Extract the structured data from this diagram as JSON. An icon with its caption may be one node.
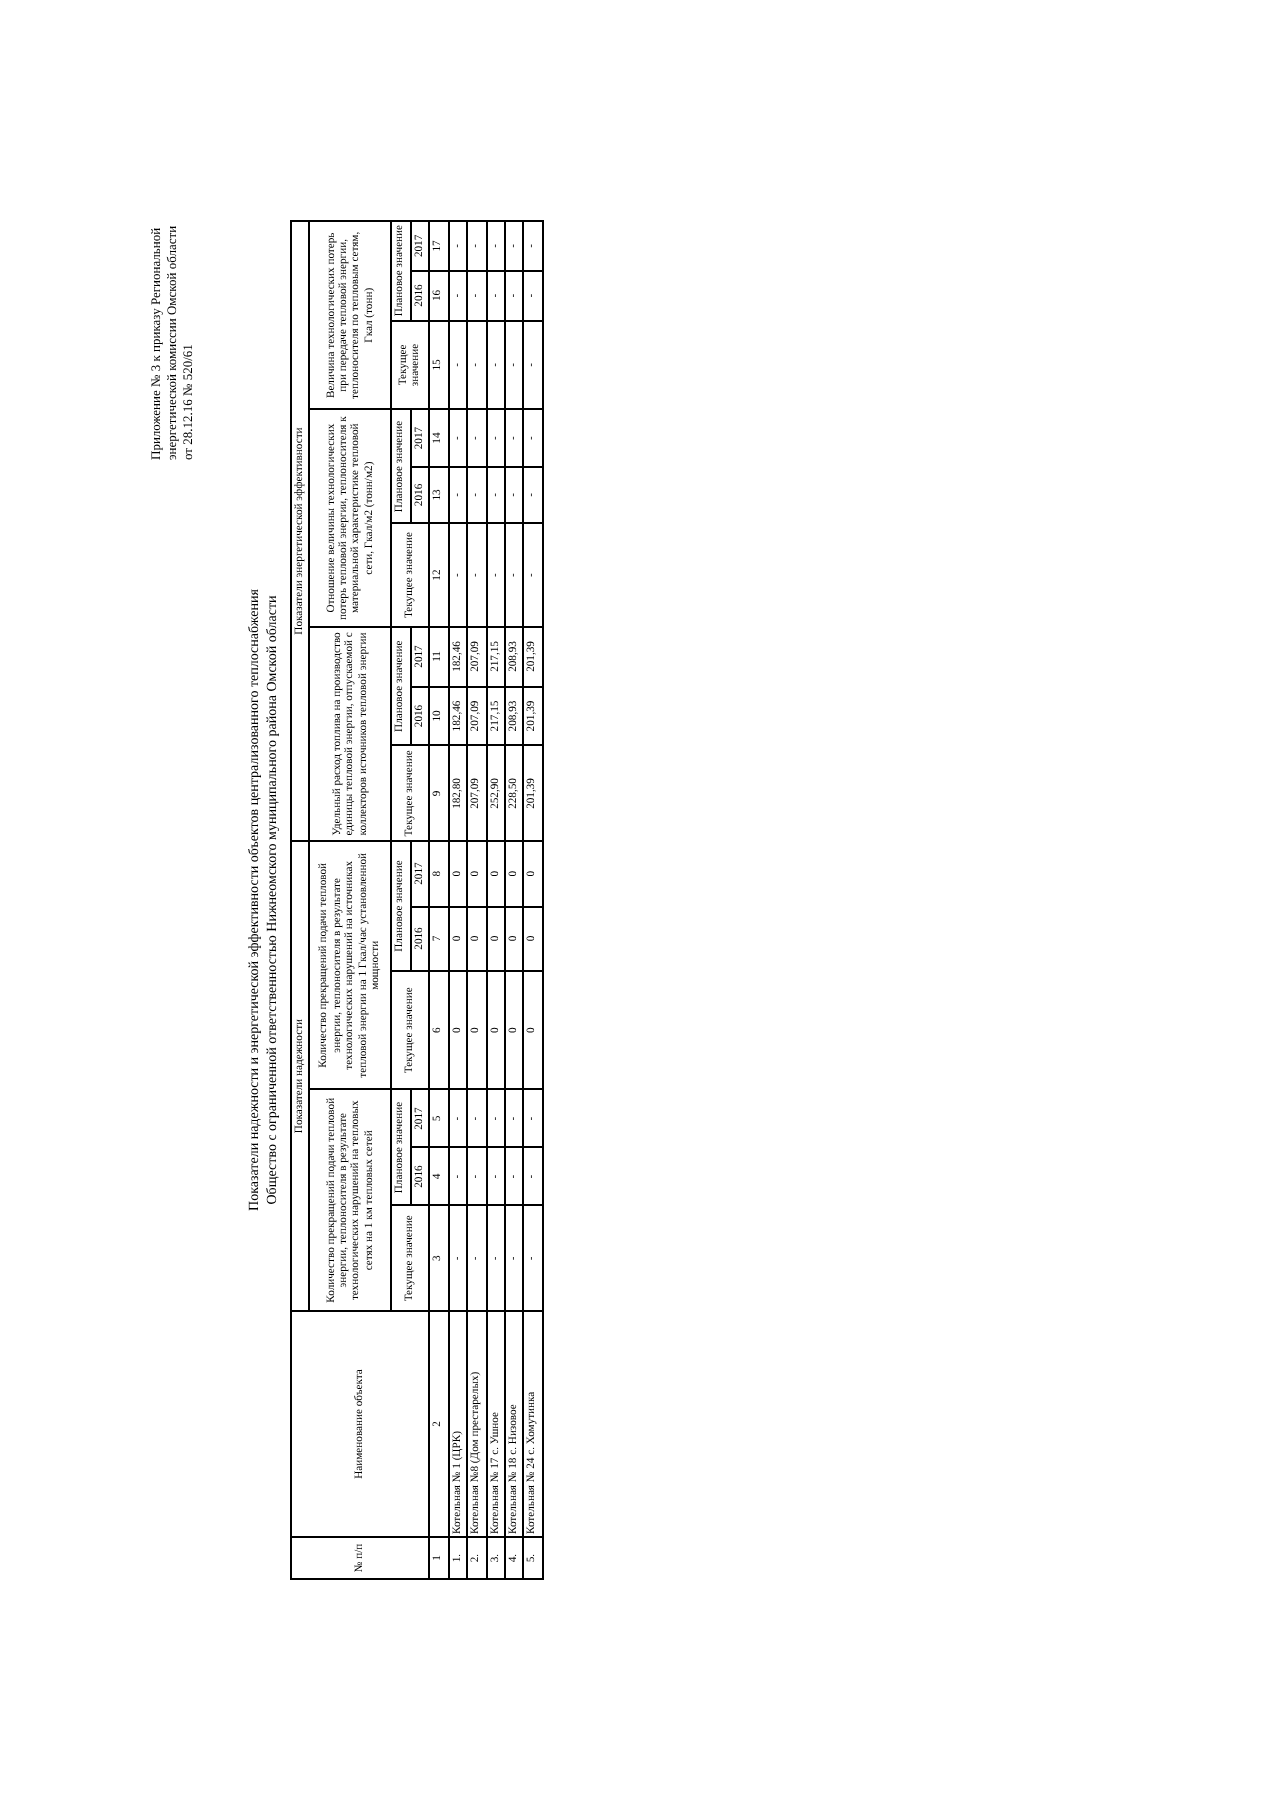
{
  "diagram": {
    "title": "Показатели надежности и энергетической эффективности объектов централизованного теплоснабжения",
    "labels": [
      "Приложение № 3 к приказу Региональной энергетической комиссии Омской области от 28.12.16 № 520/61",
      "Общество с ограниченной ответственностью Нижнеомского муниципального района Омской области",
      "№ п/п",
      "Наименование объекта",
      "Показатели надежности",
      "Показатели энергетической эффективности",
      "Количество прекращений подачи тепловой энергии, теплоносителя в результате технологических нарушений на тепловых сетях на 1 км тепловых сетей",
      "Количество прекращений подачи тепловой энергии, теплоносителя в результате технологических нарушений на источниках тепловой энергии на 1 Гкал/час установленной мощности",
      "Удельный расход топлива на производство единицы тепловой энергии, отпускаемой с коллекторов источников тепловой энергии",
      "Отношение величины технологических потерь тепловой энергии, теплоносителя к материальной характеристике тепловой сети, Гкал/м2 (тонн/м2)",
      "Величина технологических потерь при передаче тепловой энергии, теплоносителя по тепловым сетям, Гкал (тонн)",
      "Текущее значение",
      "Плановое значение",
      "Текущее значение",
      "Плановое значение",
      "Текущее значение",
      "Плановое значение",
      "Текущее значение",
      "Плановое значение",
      "Текущее значение",
      "Плановое значение",
      "2016",
      "2017",
      "2016",
      "2017",
      "2016",
      "2017",
      "2016",
      "2017",
      "2016",
      "2017",
      "1",
      "2",
      "3",
      "4",
      "5",
      "6",
      "7",
      "8",
      "9",
      "10",
      "11",
      "12",
      "13",
      "14",
      "15",
      "16",
      "17",
      "1.",
      "Котельная № 1 (ЦРК)",
      "-",
      "-",
      "-",
      "0",
      "0",
      "0",
      "182,80",
      "182,46",
      "182,46",
      "-",
      "-",
      "-",
      "-",
      "-",
      "-",
      "2.",
      "Котельная №8 (Дом престарелых)",
      "-",
      "-",
      "-",
      "0",
      "0",
      "0",
      "207,09",
      "207,09",
      "207,09",
      "-",
      "-",
      "-",
      "-",
      "-",
      "-",
      "3.",
      "Котельная № 17 с. Ушное",
      "-",
      "-",
      "-",
      "0",
      "0",
      "0",
      "252,90",
      "217,15",
      "217,15",
      "-",
      "-",
      "-",
      "-",
      "-",
      "-",
      "4.",
      "Котельная № 18 с. Низовое",
      "-",
      "-",
      "-",
      "0",
      "0",
      "0",
      "228,50",
      "208,93",
      "208,93",
      "-",
      "-",
      "-",
      "-",
      "-",
      "-",
      "5.",
      "Котельная № 24 с. Хомутинка",
      "-",
      "-",
      "-",
      "0",
      "0",
      "0",
      "201,39",
      "201,39",
      "201,39",
      "-",
      "-",
      "-",
      "-",
      "-",
      "-"
    ]
  }
}
